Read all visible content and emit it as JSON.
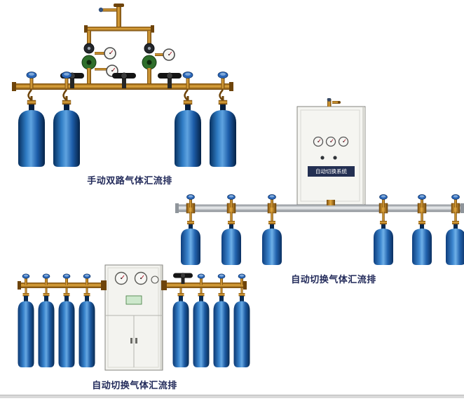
{
  "page": {
    "background": "#ffffff"
  },
  "figures": [
    {
      "id": "manual-dual-manifold",
      "caption": "手动双路气体汇流排",
      "cylinders": 4
    },
    {
      "id": "auto-switch-manifold-wall",
      "caption": "自动切换气体汇流排",
      "cabinet_label": "自动切换系统",
      "cylinders": 6
    },
    {
      "id": "auto-switch-manifold-floor",
      "caption": "自动切换气体汇流排",
      "cylinders": 8
    }
  ],
  "colors": {
    "caption_text": "#222a5a",
    "cylinder_blue": "#2f7cc4",
    "brass_pipe": "#c8861e",
    "silver_pipe": "#c9cdd1",
    "cabinet_body": "#f4f4f0",
    "regulator_green": "#2f6e2b"
  }
}
